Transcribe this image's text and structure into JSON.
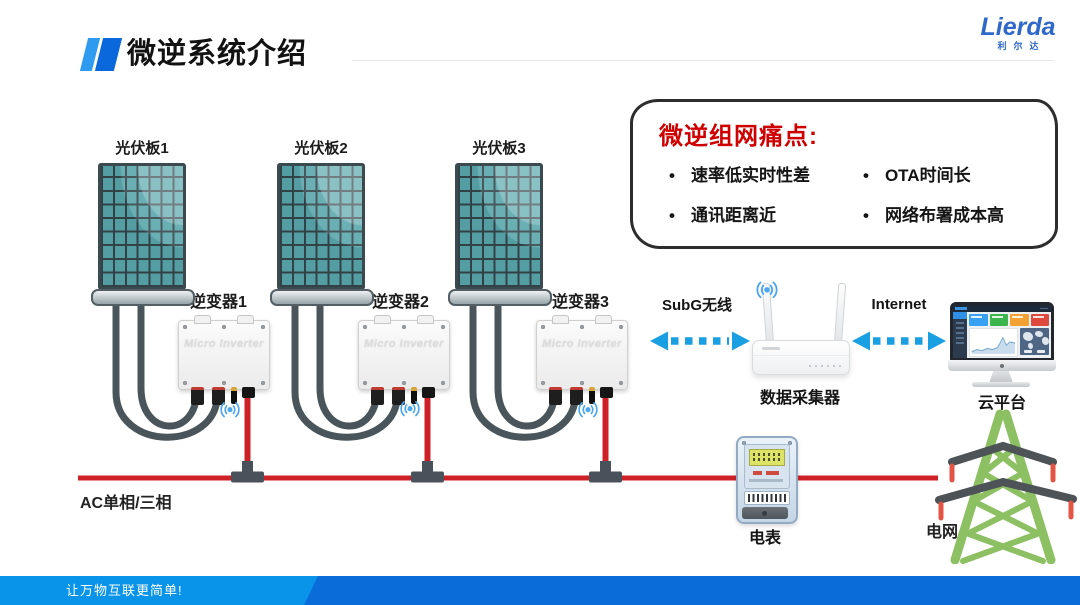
{
  "header": {
    "title": "微逆系统介绍",
    "logo_text": "Lierda",
    "logo_subtext": "利尔达"
  },
  "pain_box": {
    "title": "微逆组网痛点:",
    "bullet": "•",
    "items_left": [
      "速率低实时性差",
      "通讯距离近"
    ],
    "items_right": [
      "OTA时间长",
      "网络布署成本高"
    ]
  },
  "panels": [
    {
      "label": "光伏板1"
    },
    {
      "label": "光伏板2"
    },
    {
      "label": "光伏板3"
    }
  ],
  "inverters": [
    {
      "label": "逆变器1",
      "device_text": "Micro Inverter"
    },
    {
      "label": "逆变器2",
      "device_text": "Micro Inverter"
    },
    {
      "label": "逆变器3",
      "device_text": "Micro Inverter"
    }
  ],
  "network": {
    "subg_label": "SubG无线",
    "internet_label": "Internet",
    "collector_label": "数据采集器",
    "cloud_label": "云平台"
  },
  "power": {
    "ac_label": "AC单相/三相",
    "meter_label": "电表",
    "grid_label": "电网"
  },
  "footer": {
    "slogan": "让万物互联更简单!"
  },
  "colors": {
    "arrow_blue": "#1b9fe3",
    "accent_light_blue": "#2e9bf0",
    "accent_dark_blue": "#0a67dc",
    "footer_light": "#0994e9",
    "footer_dark": "#0a6cd9",
    "pain_red": "#ce0000",
    "ac_red": "#ce2127",
    "panel_teal": "#58a6ac",
    "cable_gray": "#4a555b",
    "tower_green": "#8cc063",
    "logo_blue": "#2e68c8"
  }
}
